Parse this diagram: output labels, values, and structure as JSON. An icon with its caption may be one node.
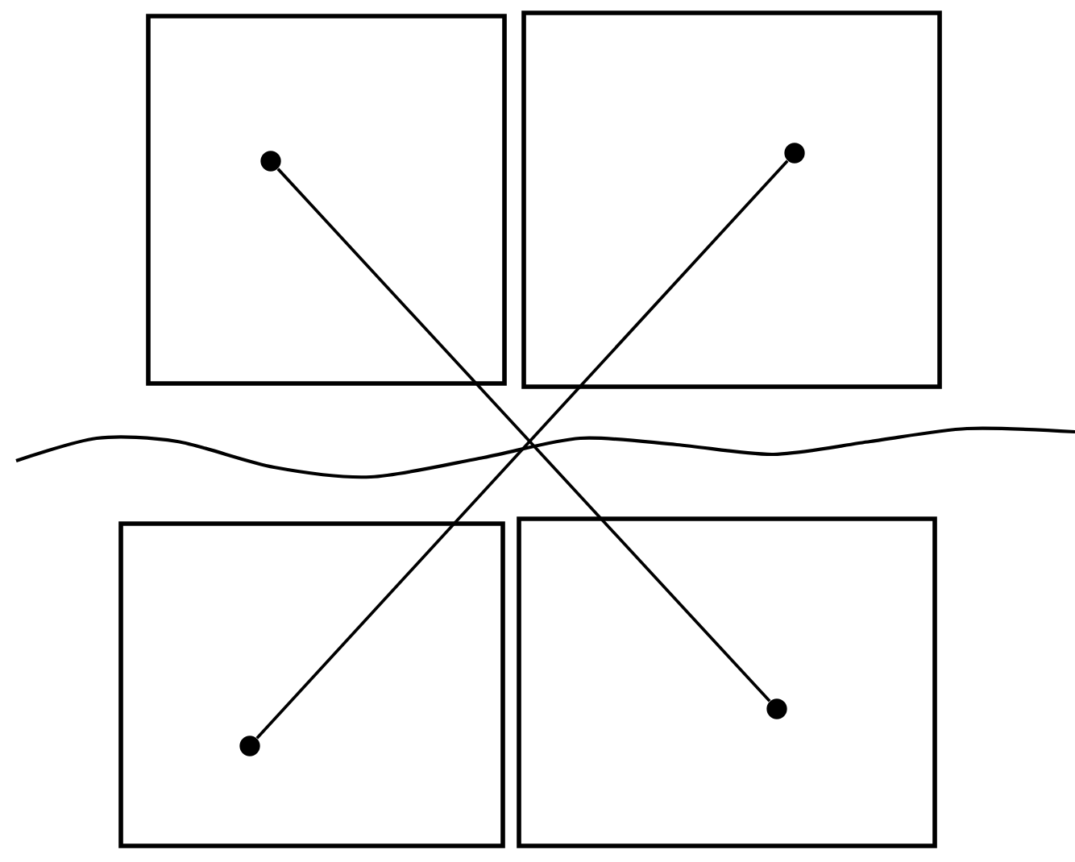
{
  "diagram": {
    "nodes": [
      {
        "text": [],
        "shape": "box"
      },
      {
        "text": [],
        "shape": "box"
      },
      {
        "text": [],
        "shape": "box"
      },
      {
        "text": [],
        "shape": "box"
      },
      {
        "text": [],
        "shape": "circle",
        "in": 0
      },
      {
        "text": [],
        "shape": "circle",
        "in": 1
      },
      {
        "text": [],
        "shape": "circle",
        "in": 2
      },
      {
        "text": [],
        "shape": "circle",
        "in": 3
      }
    ],
    "edges": [
      {
        "from": 4,
        "to": 7,
        "arrow": "none"
      },
      {
        "from": 5,
        "to": 6,
        "arrow": "none"
      }
    ]
  }
}
